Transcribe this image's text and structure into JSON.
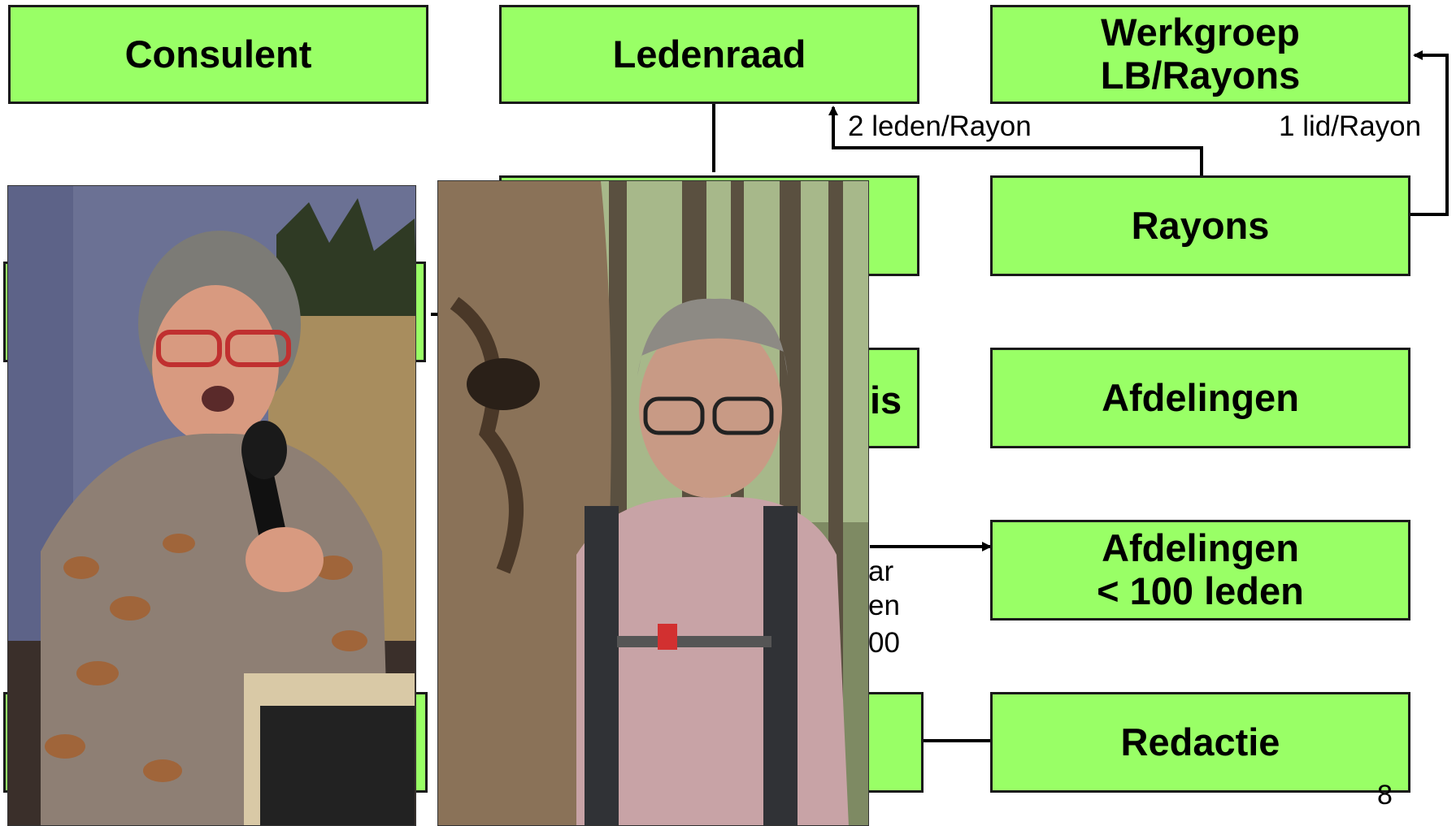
{
  "boxes": {
    "consulent": "Consulent",
    "ledenraad": "Ledenraad",
    "werkgroep_line1": "Werkgroep",
    "werkgroep_line2": "LB/Rayons",
    "rayons": "Rayons",
    "afdelingen": "Afdelingen",
    "afdelingen_small_line1": "Afdelingen",
    "afdelingen_small_line2": "< 100 leden",
    "redactie": "Redactie"
  },
  "edge_labels": {
    "two_per_rayon": "2 leden/Rayon",
    "one_per_rayon": "1 lid/Rayon"
  },
  "partial_text": {
    "is_fragment": "is",
    "ar_fragment": "ar",
    "en_fragment": "en",
    "hundred_fragment": "00"
  },
  "page_number": "8",
  "photos": {
    "left": "woman-speaking-with-microphone",
    "right": "man-in-forest"
  },
  "colors": {
    "box_fill": "#99ff66",
    "box_border": "#1a1a1a"
  }
}
